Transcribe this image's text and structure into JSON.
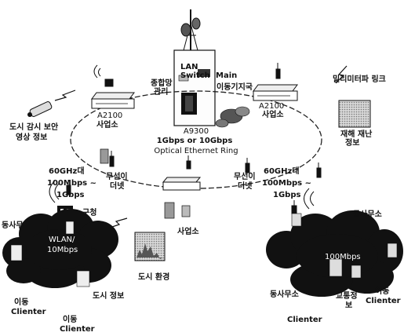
{
  "labels": {
    "lan_switch_1": "LAN",
    "lan_switch_2": "Switch",
    "main": "Main",
    "integrated_mgmt_1": "종합망",
    "integrated_mgmt_2": "관리",
    "mobile_station_top": "이동기지국",
    "core_router": "A9300",
    "ring_capacity": "1Gbps or 10Gbps",
    "ring_name": "Optical Ethernet Ring",
    "router_left": "A2100",
    "router_right": "A2100",
    "office_left": "사업소",
    "office_right": "사업소",
    "office_bottom": "사업소",
    "mmwave_link": "밀리미터파 링크",
    "disaster_info_1": "재해 재난",
    "disaster_info_2": "정보",
    "cctv_info_1": "도시 감시 보안",
    "cctv_info_2": "영상 정보",
    "band_left_1": "60GHz대",
    "band_left_2": "100Mbps ~",
    "band_left_3": "1Gbps",
    "band_right_1": "60GHz대",
    "band_right_2": "100Mbps ~",
    "band_right_3": "1Gbps",
    "wireless_dock_left_1": "무선이",
    "wireless_dock_left_2": "더넷",
    "wireless_dock_right_1": "무선이",
    "wireless_dock_right_2": "더넷",
    "city_hall": "구청",
    "dong_office_left": "동사무",
    "dong_office_right_top": "동사무소",
    "dong_office_right_bottom": "동사무소",
    "wlan_1": "WLAN/",
    "wlan_2": "10Mbps",
    "wlan_right": "100Mbps",
    "city_env": "도시 환경",
    "city_info": "도시 정보",
    "mobile_1a": "이동",
    "mobile_1b": "Clienter",
    "mobile_2a": "이동",
    "mobile_2b": "Clienter",
    "client_right": "Clienter",
    "traffic_info_1": "교통정",
    "traffic_info_2": "보",
    "mobile_3a": "이동",
    "mobile_3b": "Clienter"
  }
}
